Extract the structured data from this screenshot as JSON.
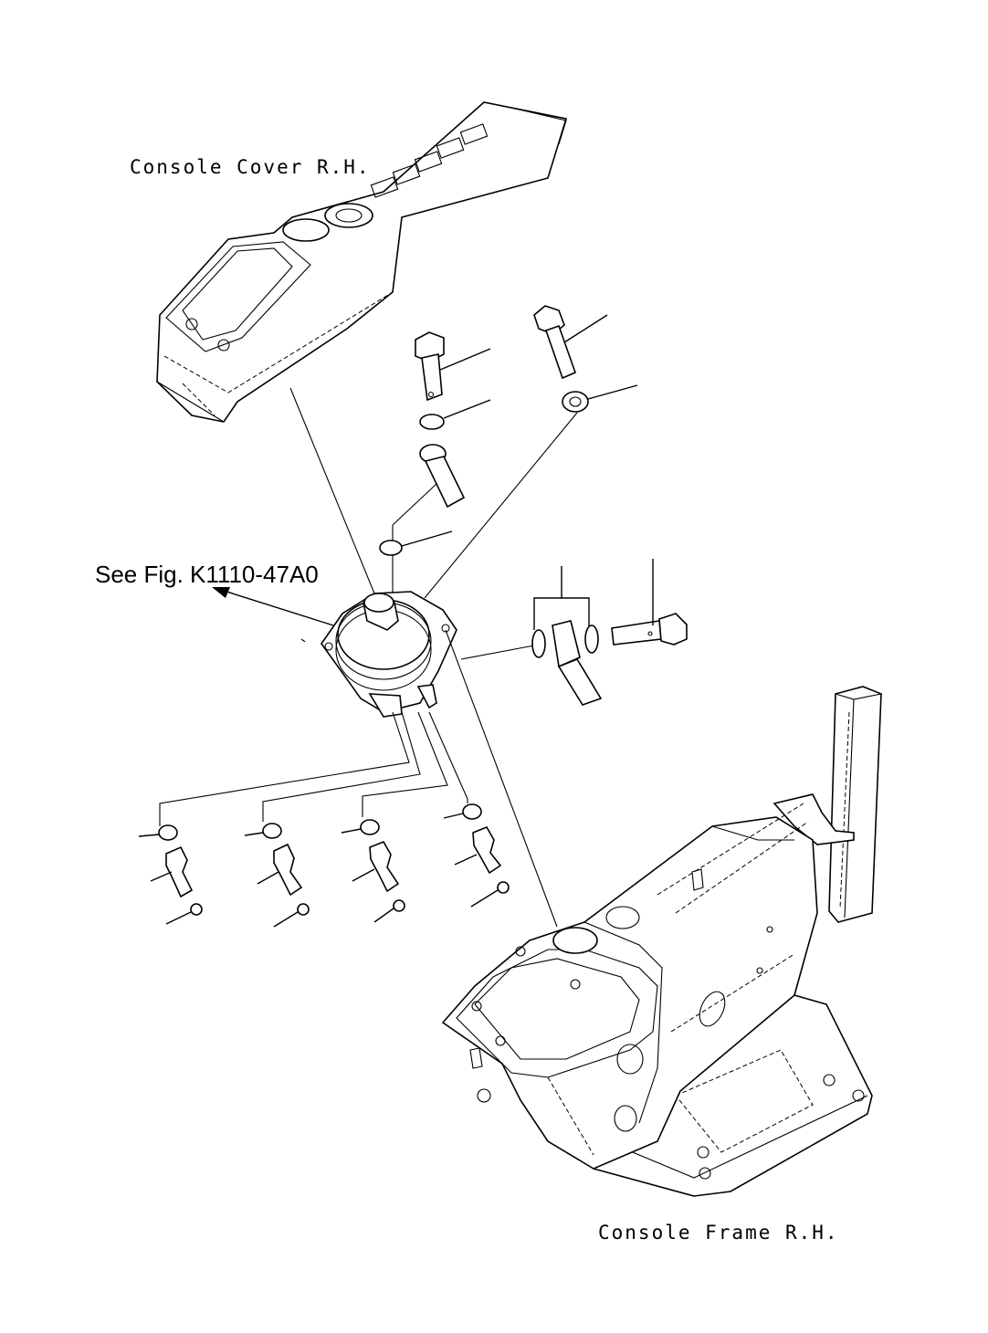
{
  "labels": {
    "console_cover": "Console Cover R.H.",
    "reference": "See Fig. K1110-47A0",
    "console_frame": "Console Frame R.H."
  }
}
